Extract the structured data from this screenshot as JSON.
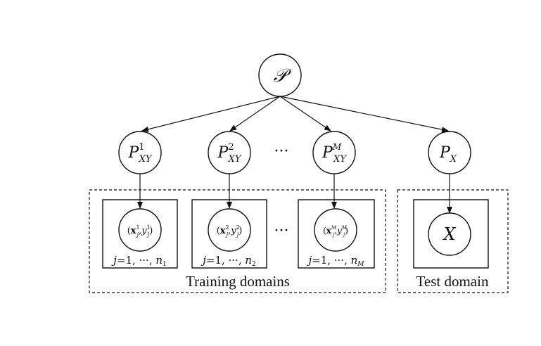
{
  "root": {
    "symbol": "𝒫"
  },
  "dist_nodes": [
    {
      "main": "P",
      "sup": "1",
      "sub": "XY"
    },
    {
      "main": "P",
      "sup": "2",
      "sub": "XY"
    },
    {
      "main": "P",
      "sup": "M",
      "sub": "XY"
    }
  ],
  "test_dist": {
    "main": "P",
    "sub": "X"
  },
  "ellipsis": "···",
  "samples": [
    {
      "x_sup": "1",
      "y_sup": "1",
      "j": "j",
      "sub": "j",
      "range_prefix": "=1, ···, ",
      "n": "n",
      "n_sub": "1"
    },
    {
      "x_sup": "2",
      "y_sup": "2",
      "j": "j",
      "sub": "j",
      "range_prefix": "=1, ···, ",
      "n": "n",
      "n_sub": "2"
    },
    {
      "x_sup": "M",
      "y_sup": "M",
      "j": "j",
      "sub": "j",
      "range_prefix": "=1, ···, ",
      "n": "n",
      "n_sub": "M"
    }
  ],
  "sample_parts": {
    "open": "(",
    "x": "x",
    "comma": ",",
    "y": "y",
    "close": ")"
  },
  "test_node": {
    "label": "X"
  },
  "captions": {
    "training": "Training domains",
    "test": "Test domain"
  }
}
